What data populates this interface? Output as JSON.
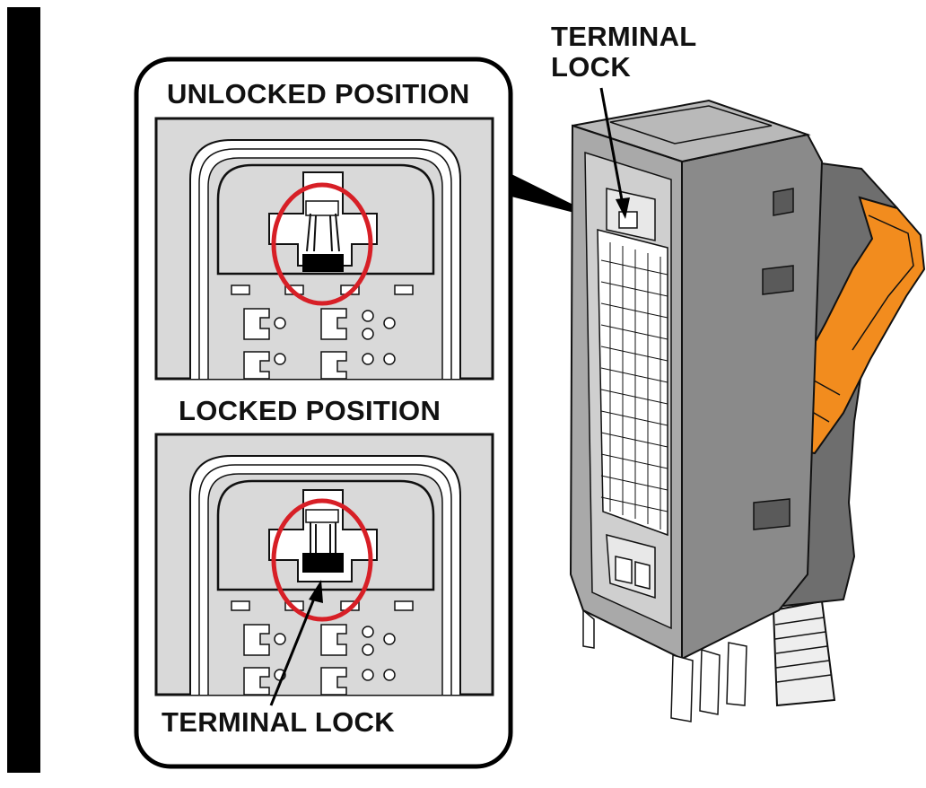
{
  "labels": {
    "unlocked_position": "UNLOCKED POSITION",
    "locked_position": "LOCKED POSITION",
    "terminal_lock_bottom": "TERMINAL LOCK",
    "terminal_lock_top_line1": "TERMINAL",
    "terminal_lock_top_line2": "LOCK"
  },
  "colors": {
    "highlight_ring": "#d71f26",
    "connector_gray": "#a9a9a9",
    "connector_dark": "#6e6e6e",
    "wire_orange": "#f28c1e",
    "panel_gray": "#d9d9d9",
    "outline": "#111111"
  }
}
